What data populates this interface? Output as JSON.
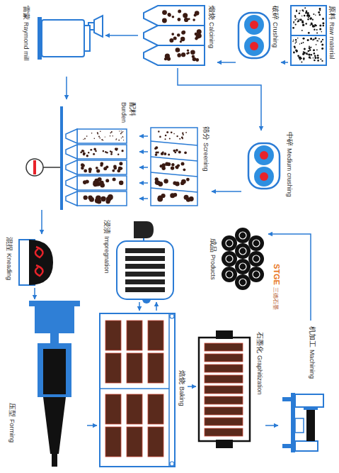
{
  "diagram": {
    "nodes": [
      {
        "text": [
          "原料",
          "Raw material"
        ]
      },
      {
        "text": [
          "破碎",
          "Crushing"
        ]
      },
      {
        "text": [
          "煅烧",
          "Calcining"
        ]
      },
      {
        "text": [
          "雷蒙",
          "Raymond mill"
        ]
      },
      {
        "text": [
          "中碎",
          "Medium crushing"
        ]
      },
      {
        "text": [
          "筛分",
          "Screening"
        ]
      },
      {
        "text": [
          "配料",
          "Burden"
        ]
      },
      {
        "text": [
          "混捏",
          "Kneading"
        ]
      },
      {
        "text": [
          "压型",
          "Forming"
        ]
      },
      {
        "text": [
          "焙烧",
          "Baking"
        ]
      },
      {
        "text": [
          "浸渍",
          "Impregnation"
        ]
      },
      {
        "text": [
          "石墨化",
          "Graphitization"
        ]
      },
      {
        "text": [
          "机加工",
          "Machining"
        ]
      },
      {
        "text": [
          "成品",
          "Products"
        ]
      }
    ],
    "edges": [
      {
        "from": 0,
        "to": 1,
        "arrow": "to"
      },
      {
        "from": 1,
        "to": 2,
        "arrow": "to"
      },
      {
        "from": 2,
        "to": 3,
        "arrow": "to"
      },
      {
        "from": 2,
        "to": 4,
        "arrow": "to"
      },
      {
        "from": 4,
        "to": 5,
        "arrow": "to"
      },
      {
        "from": 5,
        "to": 6,
        "arrow": "to"
      },
      {
        "from": 5,
        "to": 6,
        "arrow": "to"
      },
      {
        "from": 5,
        "to": 6,
        "arrow": "to"
      },
      {
        "from": 5,
        "to": 6,
        "arrow": "to"
      },
      {
        "from": 5,
        "to": 6,
        "arrow": "to"
      },
      {
        "from": 3,
        "to": 6,
        "arrow": "to"
      },
      {
        "from": 6,
        "to": 7,
        "arrow": "to"
      },
      {
        "from": 7,
        "to": 8,
        "arrow": "to"
      },
      {
        "from": 8,
        "to": 9,
        "arrow": "to"
      },
      {
        "from": 9,
        "to": 10,
        "arrow": "to"
      },
      {
        "from": 10,
        "to": 9,
        "arrow": "to"
      },
      {
        "from": 9,
        "to": 11,
        "arrow": "to"
      },
      {
        "from": 11,
        "to": 12,
        "arrow": "to"
      },
      {
        "from": 12,
        "to": 13,
        "arrow": "to"
      }
    ],
    "labels": [
      "STGE",
      "三德石墨"
    ]
  }
}
